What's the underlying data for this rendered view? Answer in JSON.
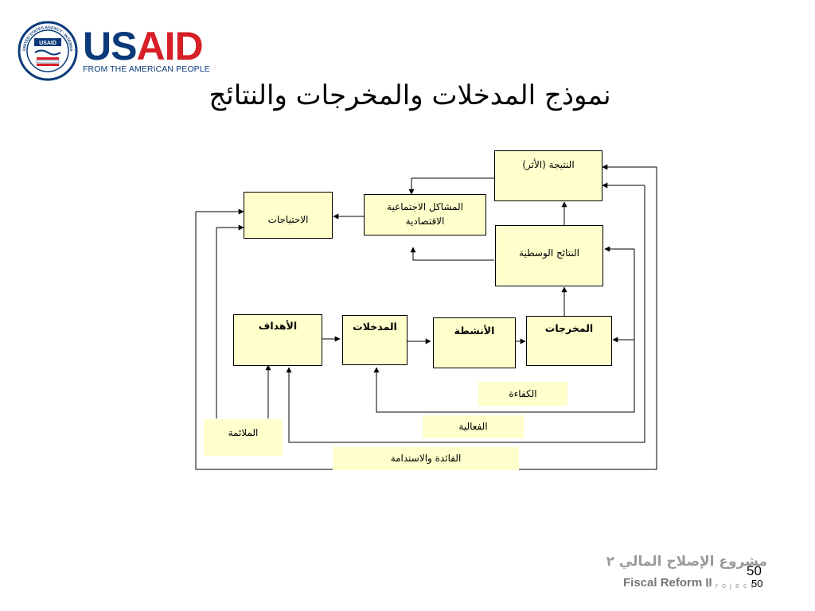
{
  "logo": {
    "brand_usa": "US",
    "brand_aid": "AID",
    "tagline": "FROM THE AMERICAN PEOPLE",
    "seal_text": "UNITED STATES AGENCY · INTERNATIONAL DEVELOPMENT",
    "seal_center": "USAID",
    "colors": {
      "navy": "#0a3a7a",
      "red": "#d61f26"
    }
  },
  "title": "نموذج المدخلات والمخرجات والنتائج",
  "diagram": {
    "boxes": {
      "outcome": "النتيجة (الأثر)",
      "social_problems": "المشاكل الاجتماعية الاقتصادية",
      "needs": "الاحتياجات",
      "intermediate": "النتائج الوسطية",
      "objectives": "الأهداف",
      "inputs": "المدخلات",
      "activities": "الأنشطة",
      "outputs": "المخرجات"
    },
    "labels": {
      "efficiency": "الكفاءة",
      "effectiveness": "الفعالية",
      "relevance": "الملائمة",
      "utility_sustainability": "الفائدة والاستدامة"
    },
    "colors": {
      "box_fill": "#ffffcc",
      "stroke": "#000000"
    }
  },
  "footer": {
    "arabic": "مشروع الإصلاح المالي ٢",
    "fiscal": "Fiscal Reform II",
    "project": "Project",
    "page_number": "50"
  }
}
